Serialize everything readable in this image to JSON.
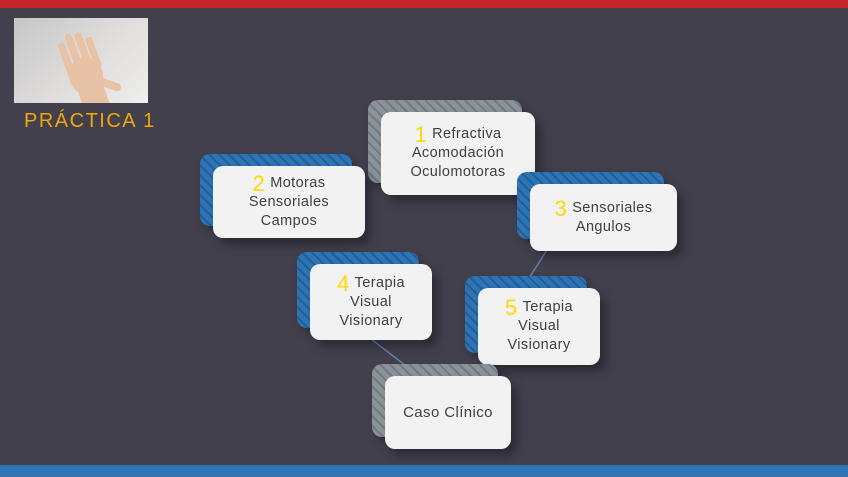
{
  "header": {
    "title": "PRÁCTICA 1"
  },
  "colors": {
    "background": "#42404d",
    "top_bar": "#c5232a",
    "bottom_bar": "#2e75b6",
    "card_front": "#f2f2f3",
    "shadow_blue": "#2e75b6",
    "shadow_gray": "#8b9399",
    "number_yellow": "#fdd900",
    "title_yellow": "#f2a50c",
    "card_text": "#3f3f3f",
    "connector": "#5b84ad"
  },
  "diagram": {
    "nodes": [
      {
        "number": "1",
        "lines": [
          "Refractiva",
          "Acomodación",
          "Oculomotoras"
        ],
        "shadow": "gray"
      },
      {
        "number": "2",
        "lines": [
          "Motoras",
          "Sensoriales",
          "Campos"
        ],
        "shadow": "blue"
      },
      {
        "number": "3",
        "lines": [
          "Sensoriales",
          "Angulos"
        ],
        "shadow": "blue"
      },
      {
        "number": "4",
        "lines": [
          "Terapia",
          "Visual",
          "Visionary"
        ],
        "shadow": "blue"
      },
      {
        "number": "5",
        "lines": [
          "Terapia",
          "Visual",
          "Visionary"
        ],
        "shadow": "blue"
      },
      {
        "number": "",
        "lines": [
          "Caso Clínico"
        ],
        "shadow": "gray"
      }
    ]
  }
}
